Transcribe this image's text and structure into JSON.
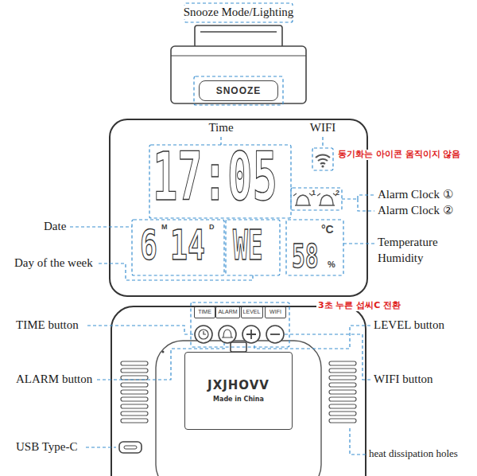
{
  "diagram": {
    "nodes": [
      {
        "text": [
          "SNOOZE"
        ]
      },
      {
        "text": [
          "TIME"
        ]
      },
      {
        "text": [
          "ALARM"
        ]
      },
      {
        "text": [
          "LEVEL"
        ]
      },
      {
        "text": [
          "WIFI"
        ]
      },
      {
        "text": [
          "JXJHOVV",
          "Made in China"
        ]
      }
    ],
    "labels": [
      "Snooze Mode/Lighting",
      "Time",
      "WIFI",
      "동기화는 아이콘 움직이지 않음",
      "17:05",
      "1",
      "2",
      "Alarm Clock ①",
      "Alarm Clock ②",
      "Date",
      "6",
      "M",
      "14",
      "D",
      "Day of the week",
      "WE",
      "°C",
      "58",
      "%",
      "Temperature",
      "Humidity",
      "TIME button",
      "3초 누른 섭씨C 전환",
      "LEVEL button",
      "ALARM button",
      "WIFI button",
      "USB Type-C",
      "heat dissipation holes"
    ]
  }
}
